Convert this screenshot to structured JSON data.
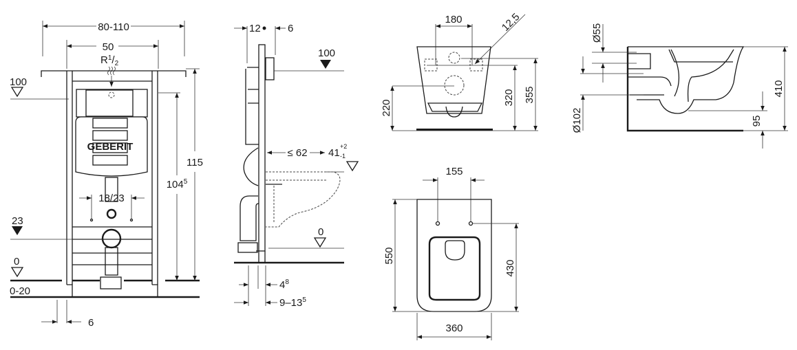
{
  "frame_front_view": {
    "width_range": "80-110",
    "inner_width": "50",
    "water_inlet": "R",
    "water_inlet_sup": "1",
    "water_inlet_sub": "2",
    "level_100": "100",
    "height_total": "115",
    "height_cistern": "104",
    "height_cistern_sup": "5",
    "drain_spacing": "18/23",
    "level_23": "23",
    "level_0": "0",
    "floor_range": "0-20",
    "foot_offset": "6",
    "brand": "GEBERIT"
  },
  "frame_side_view": {
    "depth_12": "12",
    "depth_6": "6",
    "level_100": "100",
    "bowl_depth": "≤ 62",
    "bowl_height": "41",
    "bowl_height_tol_plus": "+2",
    "bowl_height_tol_minus": "-1",
    "level_0": "0",
    "offset_4": "4",
    "offset_4_sup": "8",
    "offset_9": "9–13",
    "offset_9_sup": "5"
  },
  "pan_rear_view": {
    "fixing_spacing": "180",
    "fixing_diameter": "12,5",
    "outlet_height": "220",
    "fixing_height": "320",
    "inlet_height": "355"
  },
  "pan_side_view": {
    "inlet_diameter": "Ø55",
    "outlet_diameter": "Ø102",
    "total_height": "410",
    "outlet_offset": "95"
  },
  "pan_top_view": {
    "seat_hole_spacing": "155",
    "length": "550",
    "seat_length": "430",
    "width": "360"
  }
}
